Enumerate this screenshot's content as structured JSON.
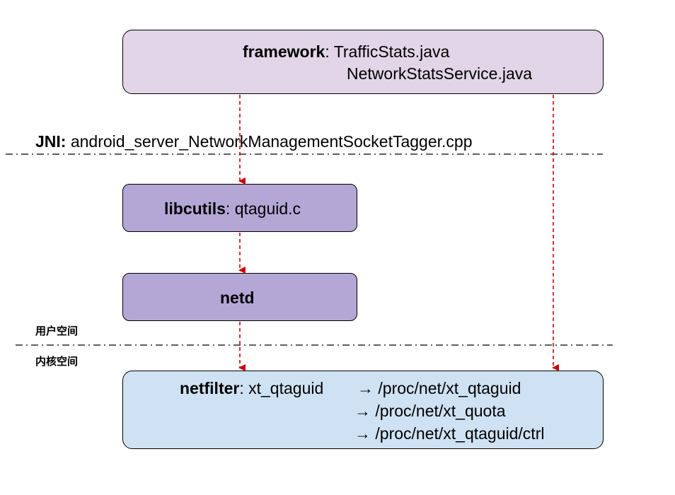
{
  "framework": {
    "label": "framework",
    "sep": ": ",
    "file1": "TrafficStats.java",
    "file2": "NetworkStatsService.java"
  },
  "jni": {
    "label": "JNI:",
    "file": "android_server_NetworkManagementSocketTagger.cpp"
  },
  "libcutils": {
    "label": "libcutils",
    "sep": ": ",
    "file": "qtaguid.c"
  },
  "netd": {
    "label": "netd"
  },
  "netfilter": {
    "label": "netfilter",
    "sep": ": ",
    "module": "xt_qtaguid",
    "paths": [
      "→ /proc/net/xt_qtaguid",
      "→ /proc/net/xt_quota",
      "→ /proc/net/xt_qtaguid/ctrl"
    ]
  },
  "regions": {
    "user_space": "用户空间",
    "kernel_space": "内核空间"
  },
  "colors": {
    "framework_fill": "#e1d5e7",
    "libcutils_fill": "#b4a7d6",
    "netfilter_fill": "#cfe2f3",
    "arrow": "#cc0000"
  }
}
